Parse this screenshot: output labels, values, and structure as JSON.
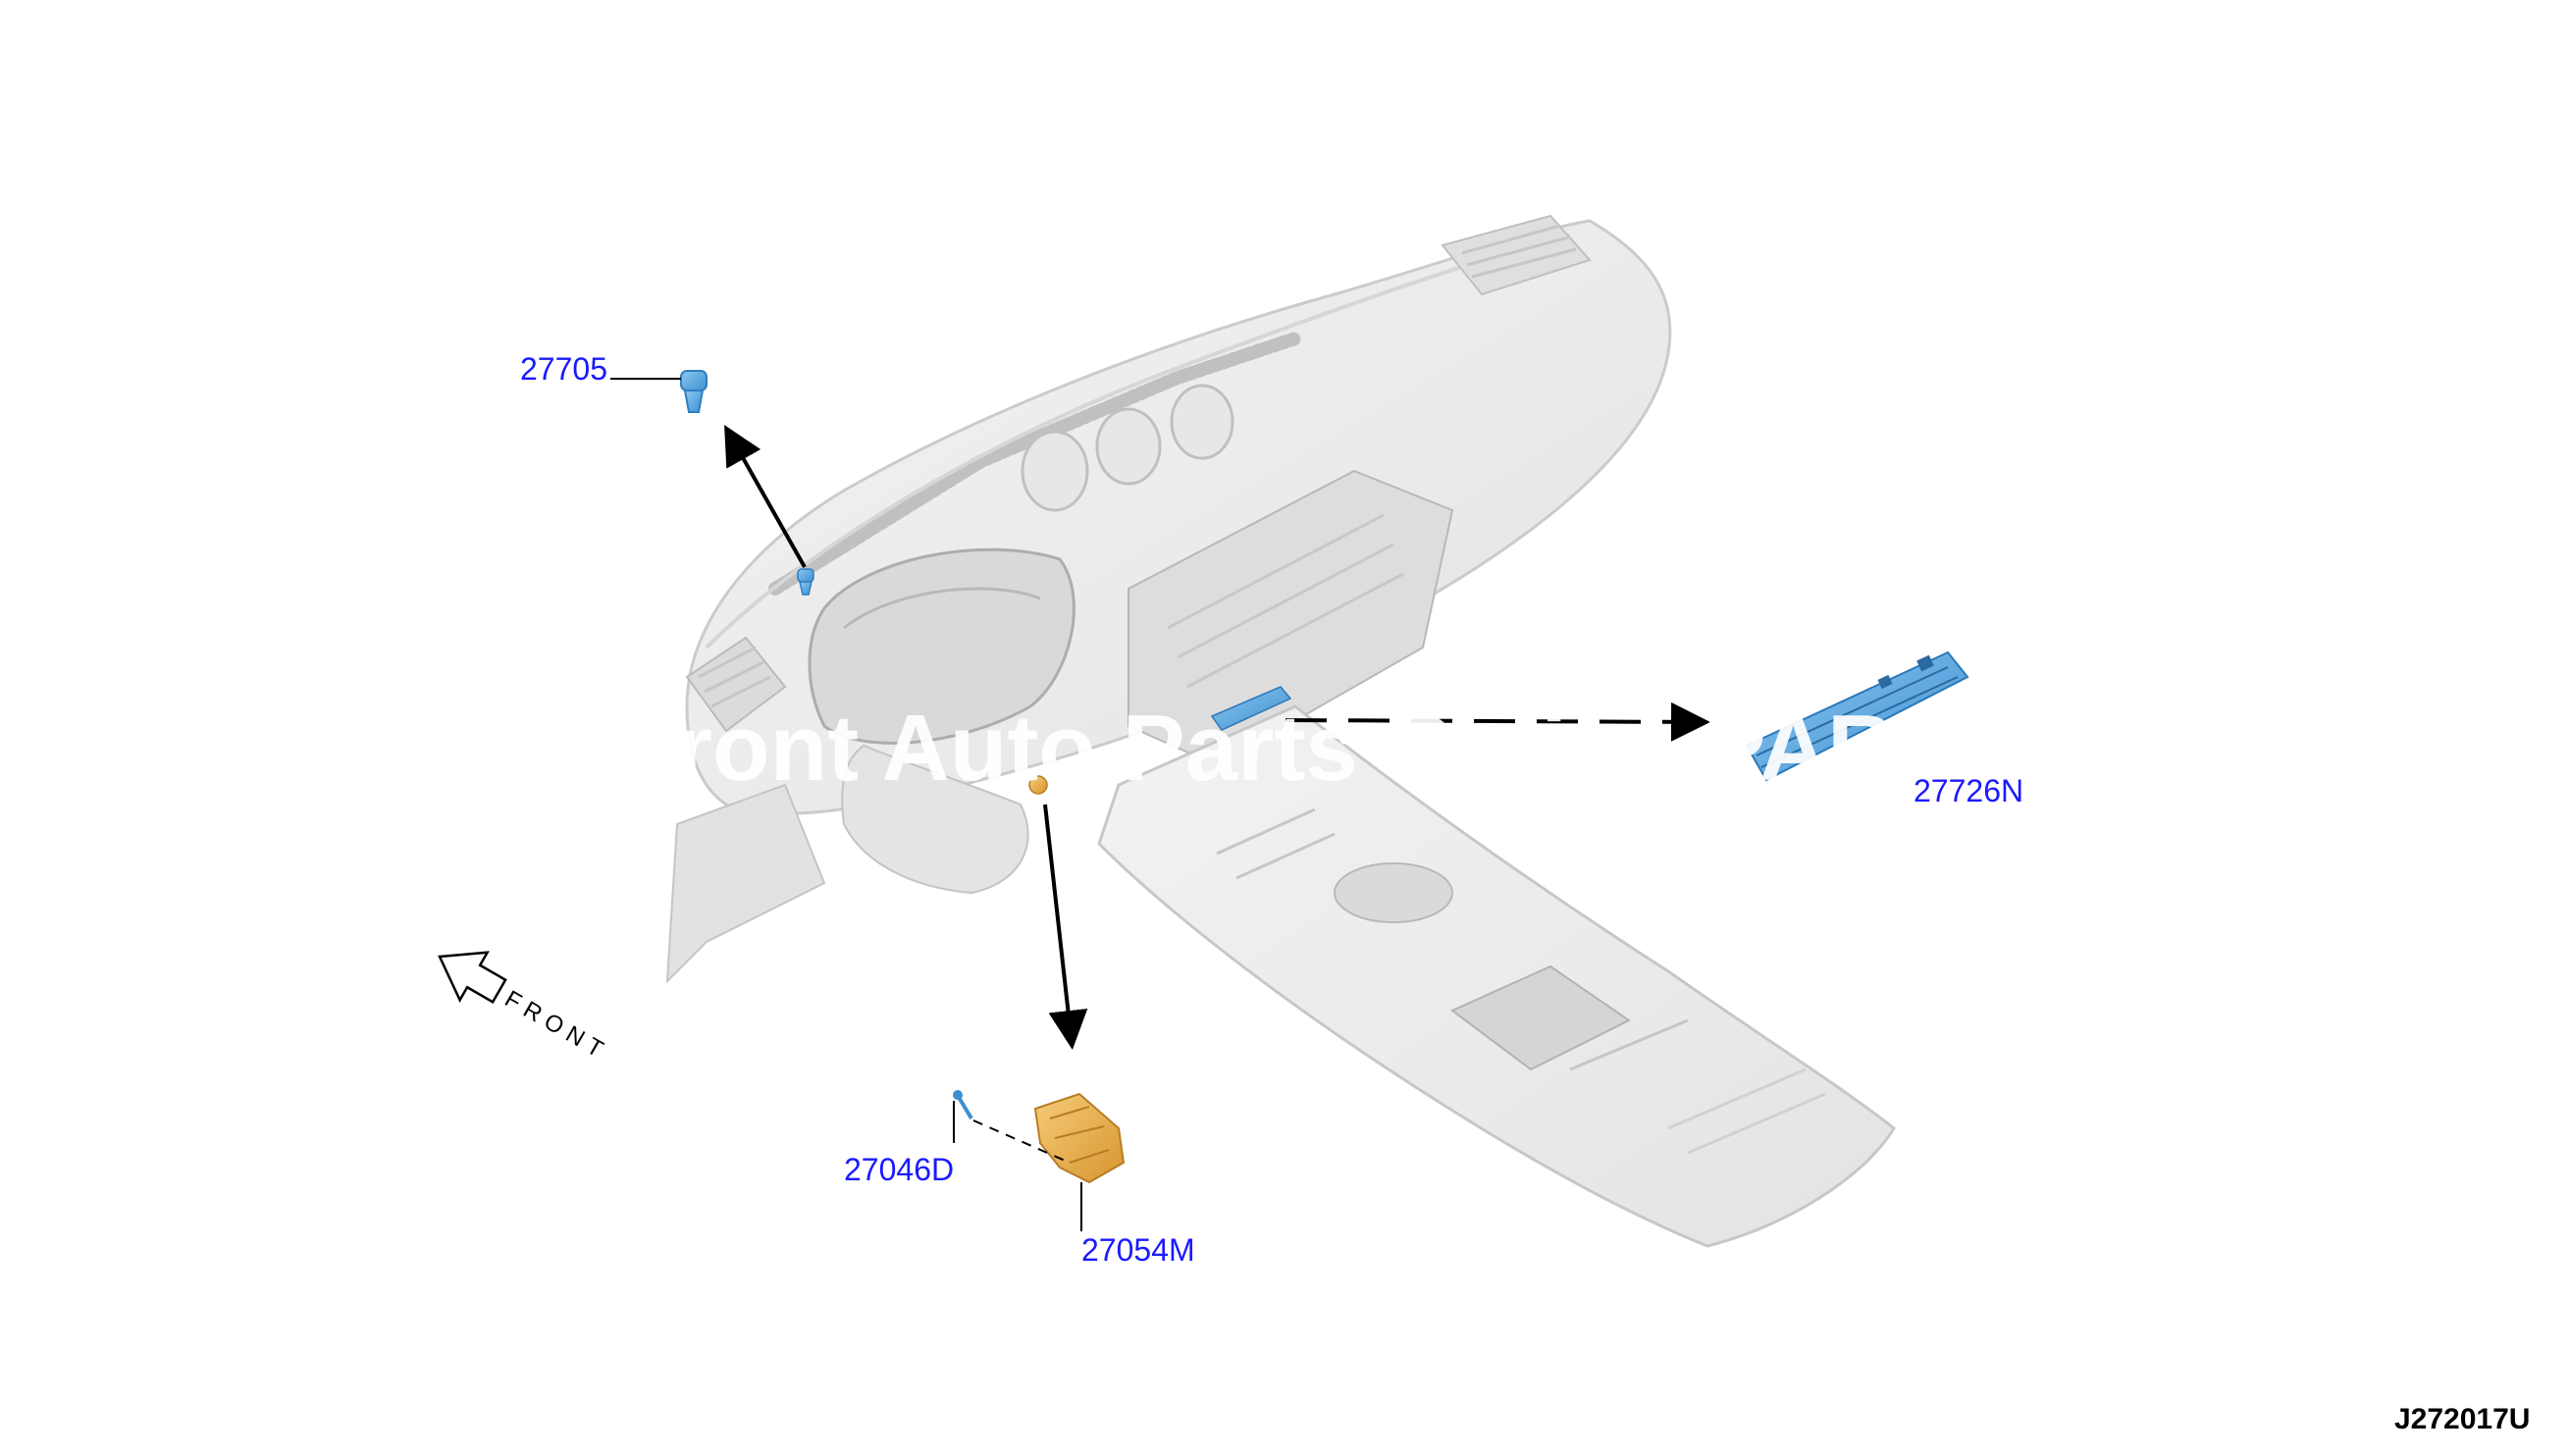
{
  "diagram": {
    "code": "J272017U",
    "watermark": "Front Auto Parts Online PARTS",
    "direction_label": "FRONT",
    "colors": {
      "label": "#1a1aff",
      "highlight_blue": "#5aaee8",
      "highlight_orange": "#e8b04a",
      "assembly_fill": "#ebebeb",
      "assembly_stroke": "#c8c8c8",
      "arrow": "#000000"
    }
  },
  "parts": [
    {
      "id": "p1",
      "number": "27705"
    },
    {
      "id": "p2",
      "number": "27726N"
    },
    {
      "id": "p3",
      "number": "27046D"
    },
    {
      "id": "p4",
      "number": "27054M"
    }
  ]
}
